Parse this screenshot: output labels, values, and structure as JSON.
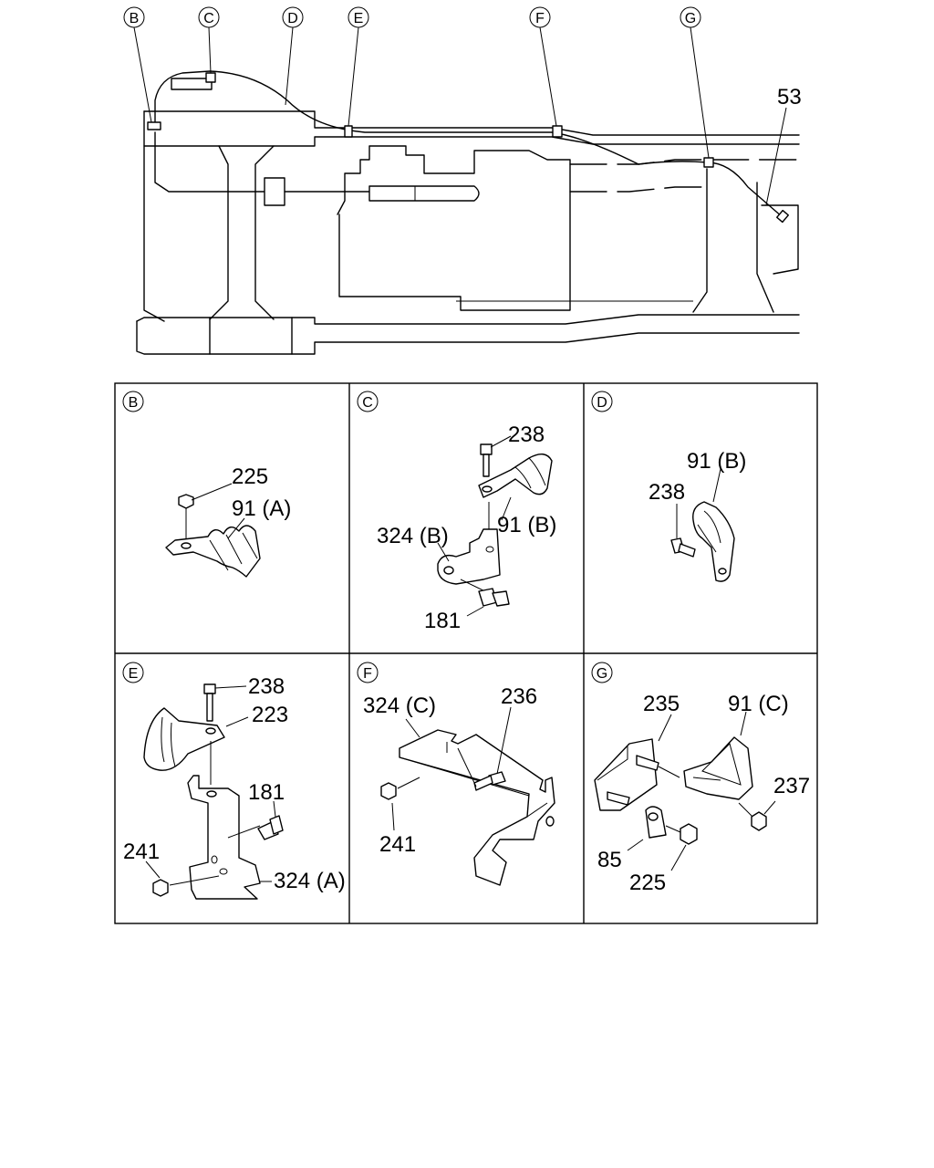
{
  "top_view": {
    "callouts": [
      "B",
      "C",
      "D",
      "E",
      "F",
      "G"
    ],
    "part_53": "53"
  },
  "panels": {
    "B": {
      "letter": "B",
      "p225": "225",
      "p91a": "91 (A)"
    },
    "C": {
      "letter": "C",
      "p238": "238",
      "p91b": "91 (B)",
      "p324b": "324 (B)",
      "p181": "181"
    },
    "D": {
      "letter": "D",
      "p91b": "91 (B)",
      "p238": "238"
    },
    "E": {
      "letter": "E",
      "p238": "238",
      "p223": "223",
      "p181": "181",
      "p241": "241",
      "p324a": "324 (A)"
    },
    "F": {
      "letter": "F",
      "p324c": "324 (C)",
      "p236": "236",
      "p241": "241"
    },
    "G": {
      "letter": "G",
      "p235": "235",
      "p91c": "91 (C)",
      "p237": "237",
      "p85": "85",
      "p225": "225"
    }
  }
}
